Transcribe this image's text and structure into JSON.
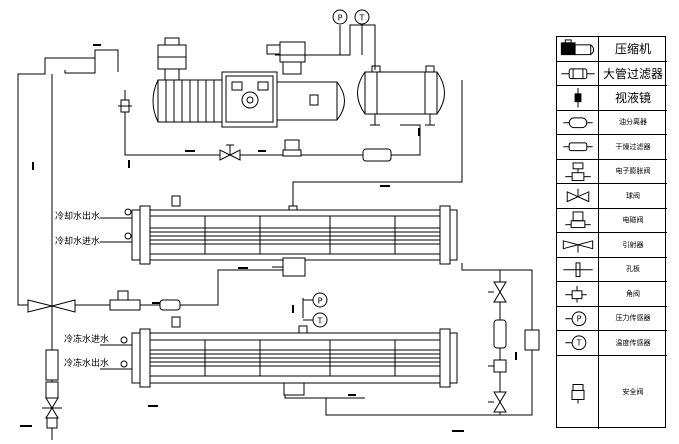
{
  "diagram": {
    "gauge_top_p": "P",
    "gauge_top_t": "T",
    "gauge_mid_p": "P",
    "gauge_mid_t": "T",
    "condenser_water_out": "冷却水出水",
    "condenser_water_in": "冷却水进水",
    "evaporator_water_in": "冷冻水进水",
    "evaporator_water_out": "冷冻水出水"
  },
  "legend": {
    "items": [
      {
        "icon": "compressor-icon",
        "label": "压缩机"
      },
      {
        "icon": "strainer-icon",
        "label": "大管过滤器"
      },
      {
        "icon": "sight-glass-icon",
        "label": "视液镜"
      },
      {
        "icon": "oil-separator-icon",
        "label": "油分离器"
      },
      {
        "icon": "filter-drier-icon",
        "label": "干燥过滤器"
      },
      {
        "icon": "expansion-valve-icon",
        "label": "电子膨胀阀"
      },
      {
        "icon": "ball-valve-icon",
        "label": "球阀"
      },
      {
        "icon": "solenoid-valve-icon",
        "label": "电磁阀"
      },
      {
        "icon": "ejector-icon",
        "label": "引射器"
      },
      {
        "icon": "orifice-plate-icon",
        "label": "孔板"
      },
      {
        "icon": "angle-valve-icon",
        "label": "角阀"
      },
      {
        "icon": "pressure-sensor-icon",
        "label": "压力传感器",
        "symbol": "P"
      },
      {
        "icon": "temperature-sensor-icon",
        "label": "温度传感器",
        "symbol": "T"
      },
      {
        "icon": "safety-valve-icon",
        "label": "安全阀"
      }
    ]
  }
}
